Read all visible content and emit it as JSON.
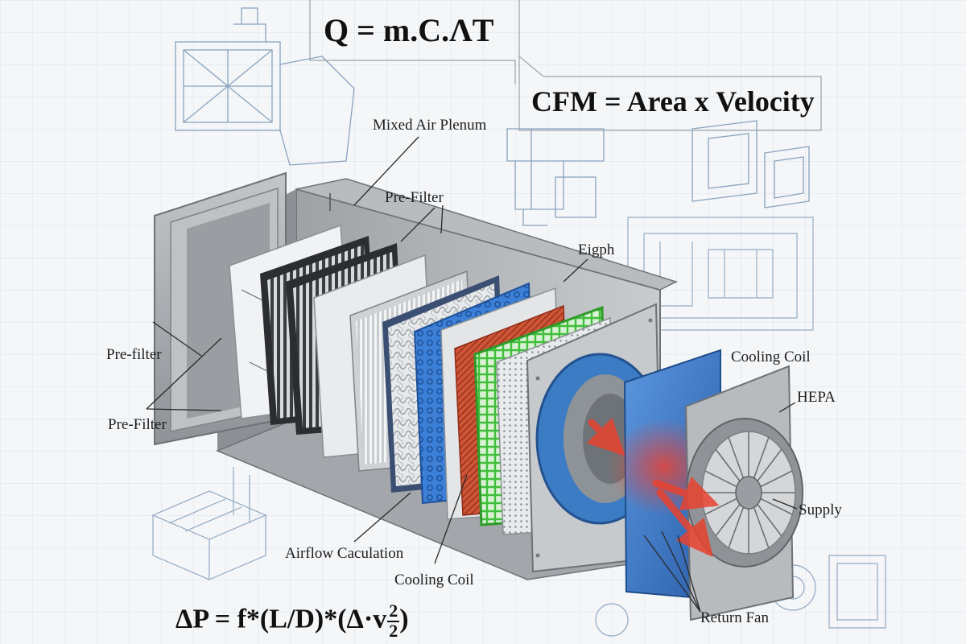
{
  "formulas": {
    "heat": "Q = m.C.ΛT",
    "cfm": "CFM = Area x Velocity",
    "pressure_main": "ΔP = f*(L/D)*(Δ·v",
    "pressure_num": "2",
    "pressure_den": "2",
    "pressure_close": ")"
  },
  "labels": {
    "mixed_air_plenum": "Mixed Air Plenum",
    "pre_filter_top": "Pre-Filter",
    "eigph": "Eigph",
    "cooling_coil_right": "Cooling Coil",
    "hepa": "HEPA",
    "pre_filter_left": "Pre-filter",
    "pre_filter_left_2": "Pre-Filter",
    "airflow_calculation": "Airflow Caculation",
    "cooling_coil_bottom": "Cooling Coil",
    "supply": "Supply",
    "return_fan": "Return Fan"
  },
  "colors": {
    "housing": "#a9adb1",
    "housing_dark": "#7d8287",
    "filter_white": "#eef0f1",
    "filter_dark": "#2b2d30",
    "filter_blue": "#3f7fd2",
    "coil_red": "#d2583c",
    "coil_green": "#3fbf3a",
    "fan_blue": "#3c7cc4",
    "arrow_red": "#e8422f",
    "sketch": "#6f8fb0"
  }
}
